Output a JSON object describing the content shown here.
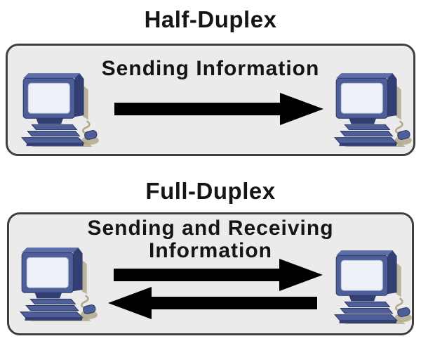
{
  "diagram": {
    "half_duplex": {
      "title": "Half-Duplex",
      "label": "Sending Information",
      "direction": "one-way",
      "arrows": [
        "arrow-right-icon"
      ],
      "endpoints": [
        "computer-icon",
        "computer-icon"
      ]
    },
    "full_duplex": {
      "title": "Full-Duplex",
      "label_line1": "Sending and Receiving",
      "label_line2": "Information",
      "direction": "two-way",
      "arrows": [
        "arrow-right-icon",
        "arrow-left-icon"
      ],
      "endpoints": [
        "computer-icon",
        "computer-icon"
      ]
    },
    "colors": {
      "page_bg": "#ffffff",
      "box_bg": "#ebebeb",
      "box_border": "#3f3f3f",
      "text": "#151515",
      "arrow": "#66719f",
      "arrow_edge": "#8d97bd",
      "computer_body": "#4d5e98",
      "computer_dark": "#333f72",
      "computer_light": "#5d6ea9",
      "computer_screen": "#eef2f8",
      "shadow": "#b2a98b"
    }
  }
}
